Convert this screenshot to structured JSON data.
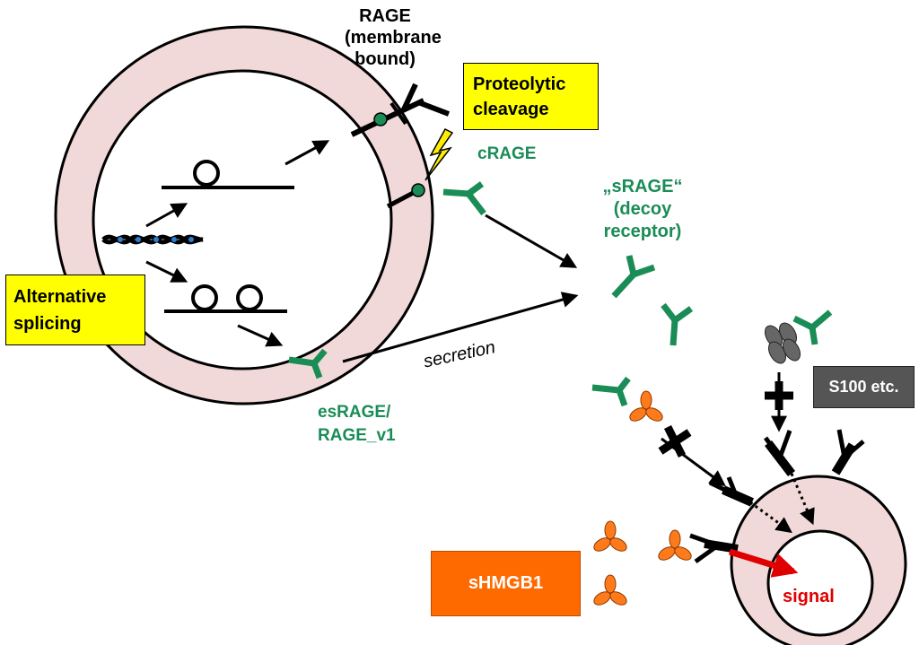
{
  "colors": {
    "green": "#1a8c55",
    "pink": "#f2d9d9",
    "yellow": "#ffff00",
    "orange": "#ff6a00",
    "orange_box": "#ff6a00",
    "grey_box": "#555555",
    "red": "#e00000",
    "black": "#000000"
  },
  "labels": {
    "rage_title": "RAGE",
    "rage_sub1": "(membrane",
    "rage_sub2": "bound)",
    "crage": "cRAGE",
    "srage_1": "„sRAGE“",
    "srage_2": "(decoy",
    "srage_3": "receptor)",
    "secretion": "secretion",
    "esrage_1": "esRAGE/",
    "esrage_2": "RAGE_v1",
    "signal": "signal"
  },
  "boxes": {
    "proteolytic_1": "Proteolytic",
    "proteolytic_2": "cleavage",
    "alternative_1": "Alternative",
    "alternative_2": "splicing",
    "s100": "S100 etc.",
    "shmgb1": "sHMGB1"
  },
  "icons": [
    "lightning-icon",
    "y-receptor-icon",
    "dna-helix-icon",
    "ligand-cluster-icon",
    "block-cross-icon"
  ]
}
